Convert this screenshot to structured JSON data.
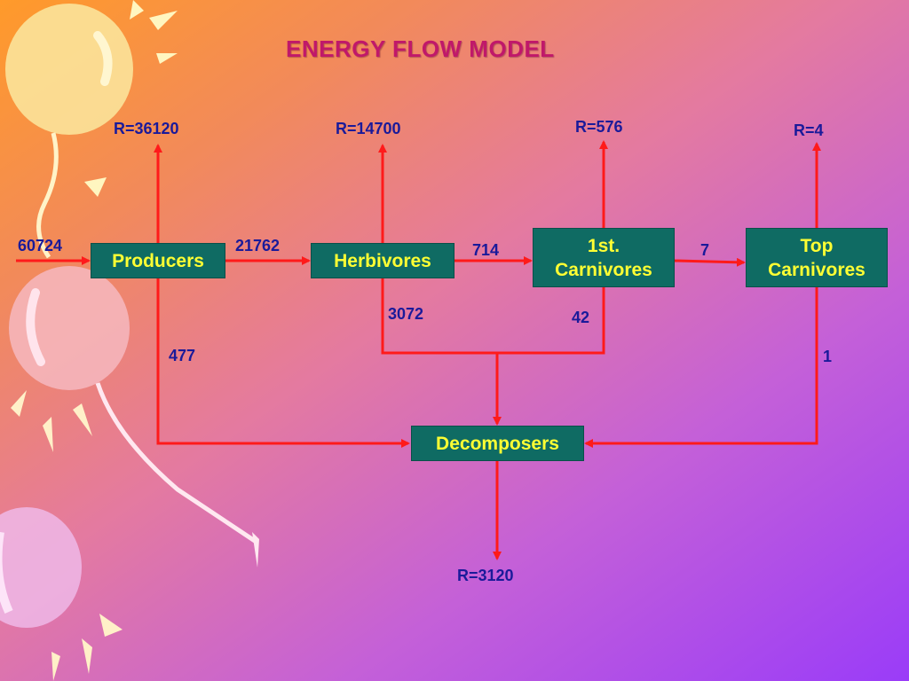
{
  "title": "ENERGY FLOW MODEL",
  "colors": {
    "box_fill": "#0f6b63",
    "box_text": "#ffff33",
    "arrow": "#ff1a1a",
    "label": "#1a1a9a",
    "title": "#c0186a"
  },
  "nodes": {
    "producers": "Producers",
    "herbivores": "Herbivores",
    "first_carnivores_line1": "1st.",
    "first_carnivores_line2": "Carnivores",
    "top_carnivores_line1": "Top",
    "top_carnivores_line2": "Carnivores",
    "decomposers": "Decomposers"
  },
  "flows": {
    "input": "60724",
    "producers_to_herbivores": "21762",
    "herbivores_to_first_carnivores": "714",
    "first_to_top_carnivores": "7",
    "producers_to_decomposers": "477",
    "herbivores_to_decomposers": "3072",
    "first_carnivores_to_decomposers": "42",
    "top_carnivores_to_decomposers": "1"
  },
  "respiration": {
    "producers": "R=36120",
    "herbivores": "R=14700",
    "first_carnivores": "R=576",
    "top_carnivores": "R=4",
    "decomposers": "R=3120"
  }
}
